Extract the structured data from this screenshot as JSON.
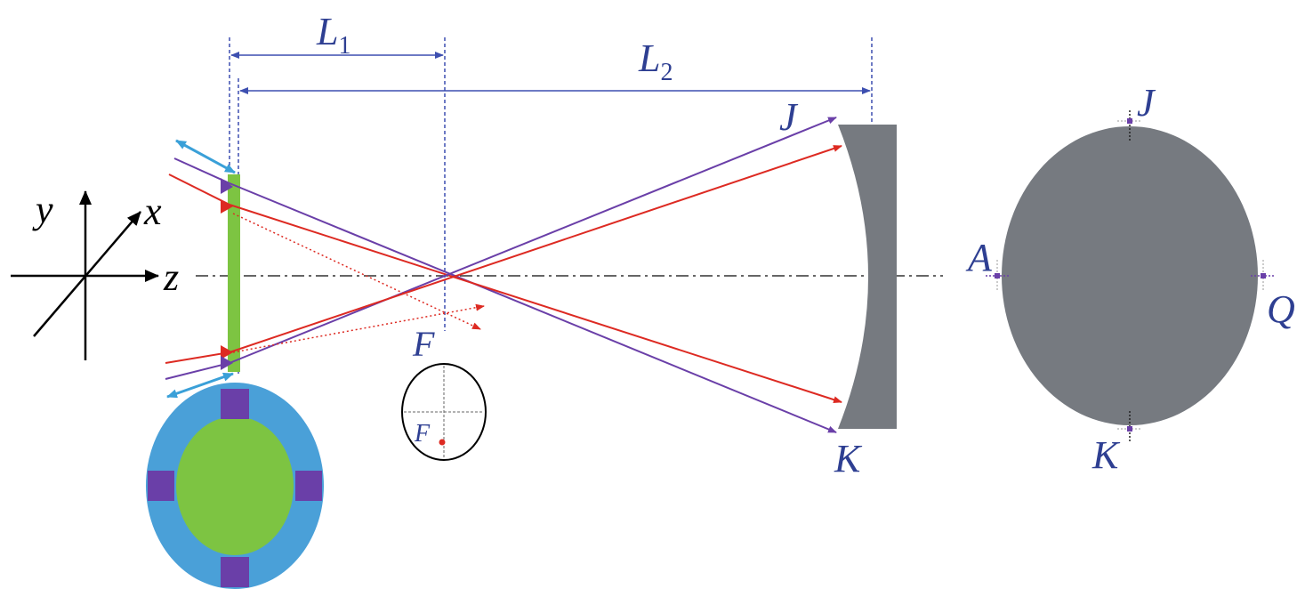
{
  "labels": {
    "L1": "L",
    "L1_sub": "1",
    "L2": "L",
    "L2_sub": "2",
    "J_mirror": "J",
    "K_mirror": "K",
    "F_focus": "F",
    "F_inset": "F",
    "J_right": "J",
    "K_right": "K",
    "A_right": "A",
    "Q_right": "Q"
  },
  "axes": {
    "x": "x",
    "y": "y",
    "z": "z"
  },
  "colors": {
    "label_blue": "#2e3f92",
    "ray_purple": "#6a3fa8",
    "ray_red": "#dd2a22",
    "mirror_gray": "#767a80",
    "green_element": "#7dc442",
    "ring_blue": "#4aa0d8",
    "pad_purple": "#6a3fa8",
    "arrow_cyan": "#3aa0d8",
    "dim_blue": "#3d4fb0"
  }
}
